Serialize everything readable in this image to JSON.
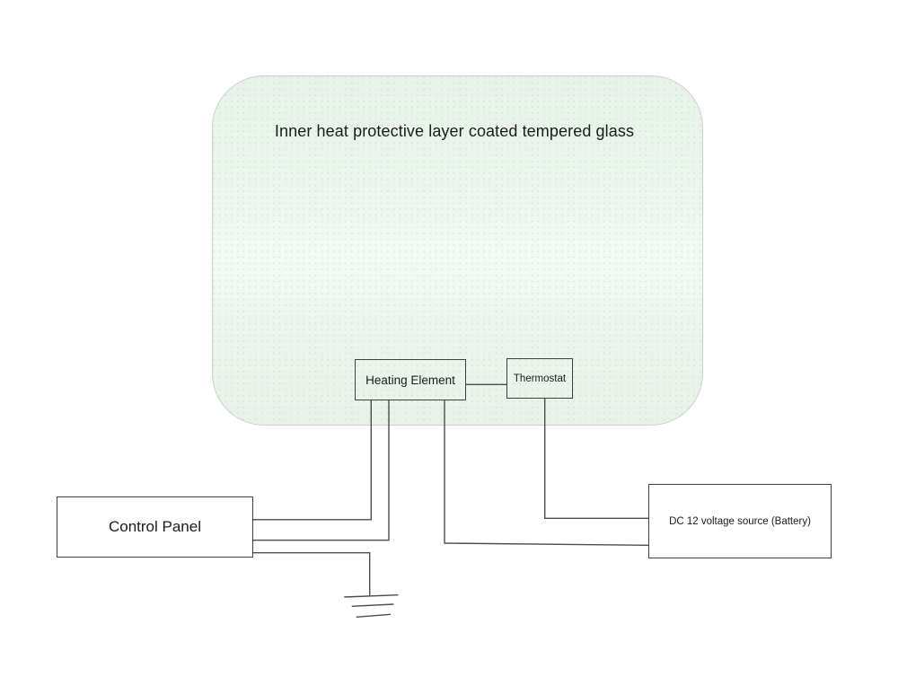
{
  "diagram": {
    "nodes": {
      "glass": {
        "label": "Inner heat protective layer coated tempered glass"
      },
      "heating_element": {
        "label": "Heating Element"
      },
      "thermostat": {
        "label": "Thermostat"
      },
      "control_panel": {
        "label": "Control Panel"
      },
      "battery": {
        "label": "DC 12 voltage source (Battery)"
      }
    },
    "colors": {
      "glass_fill_top": "#e7f2e9",
      "glass_fill_mid": "#f3faf4",
      "glass_border": "#c9d4c9",
      "box_border": "#3f3f3f",
      "wire": "#4d4d4d",
      "text": "#1c1c1c",
      "background": "#ffffff"
    }
  }
}
